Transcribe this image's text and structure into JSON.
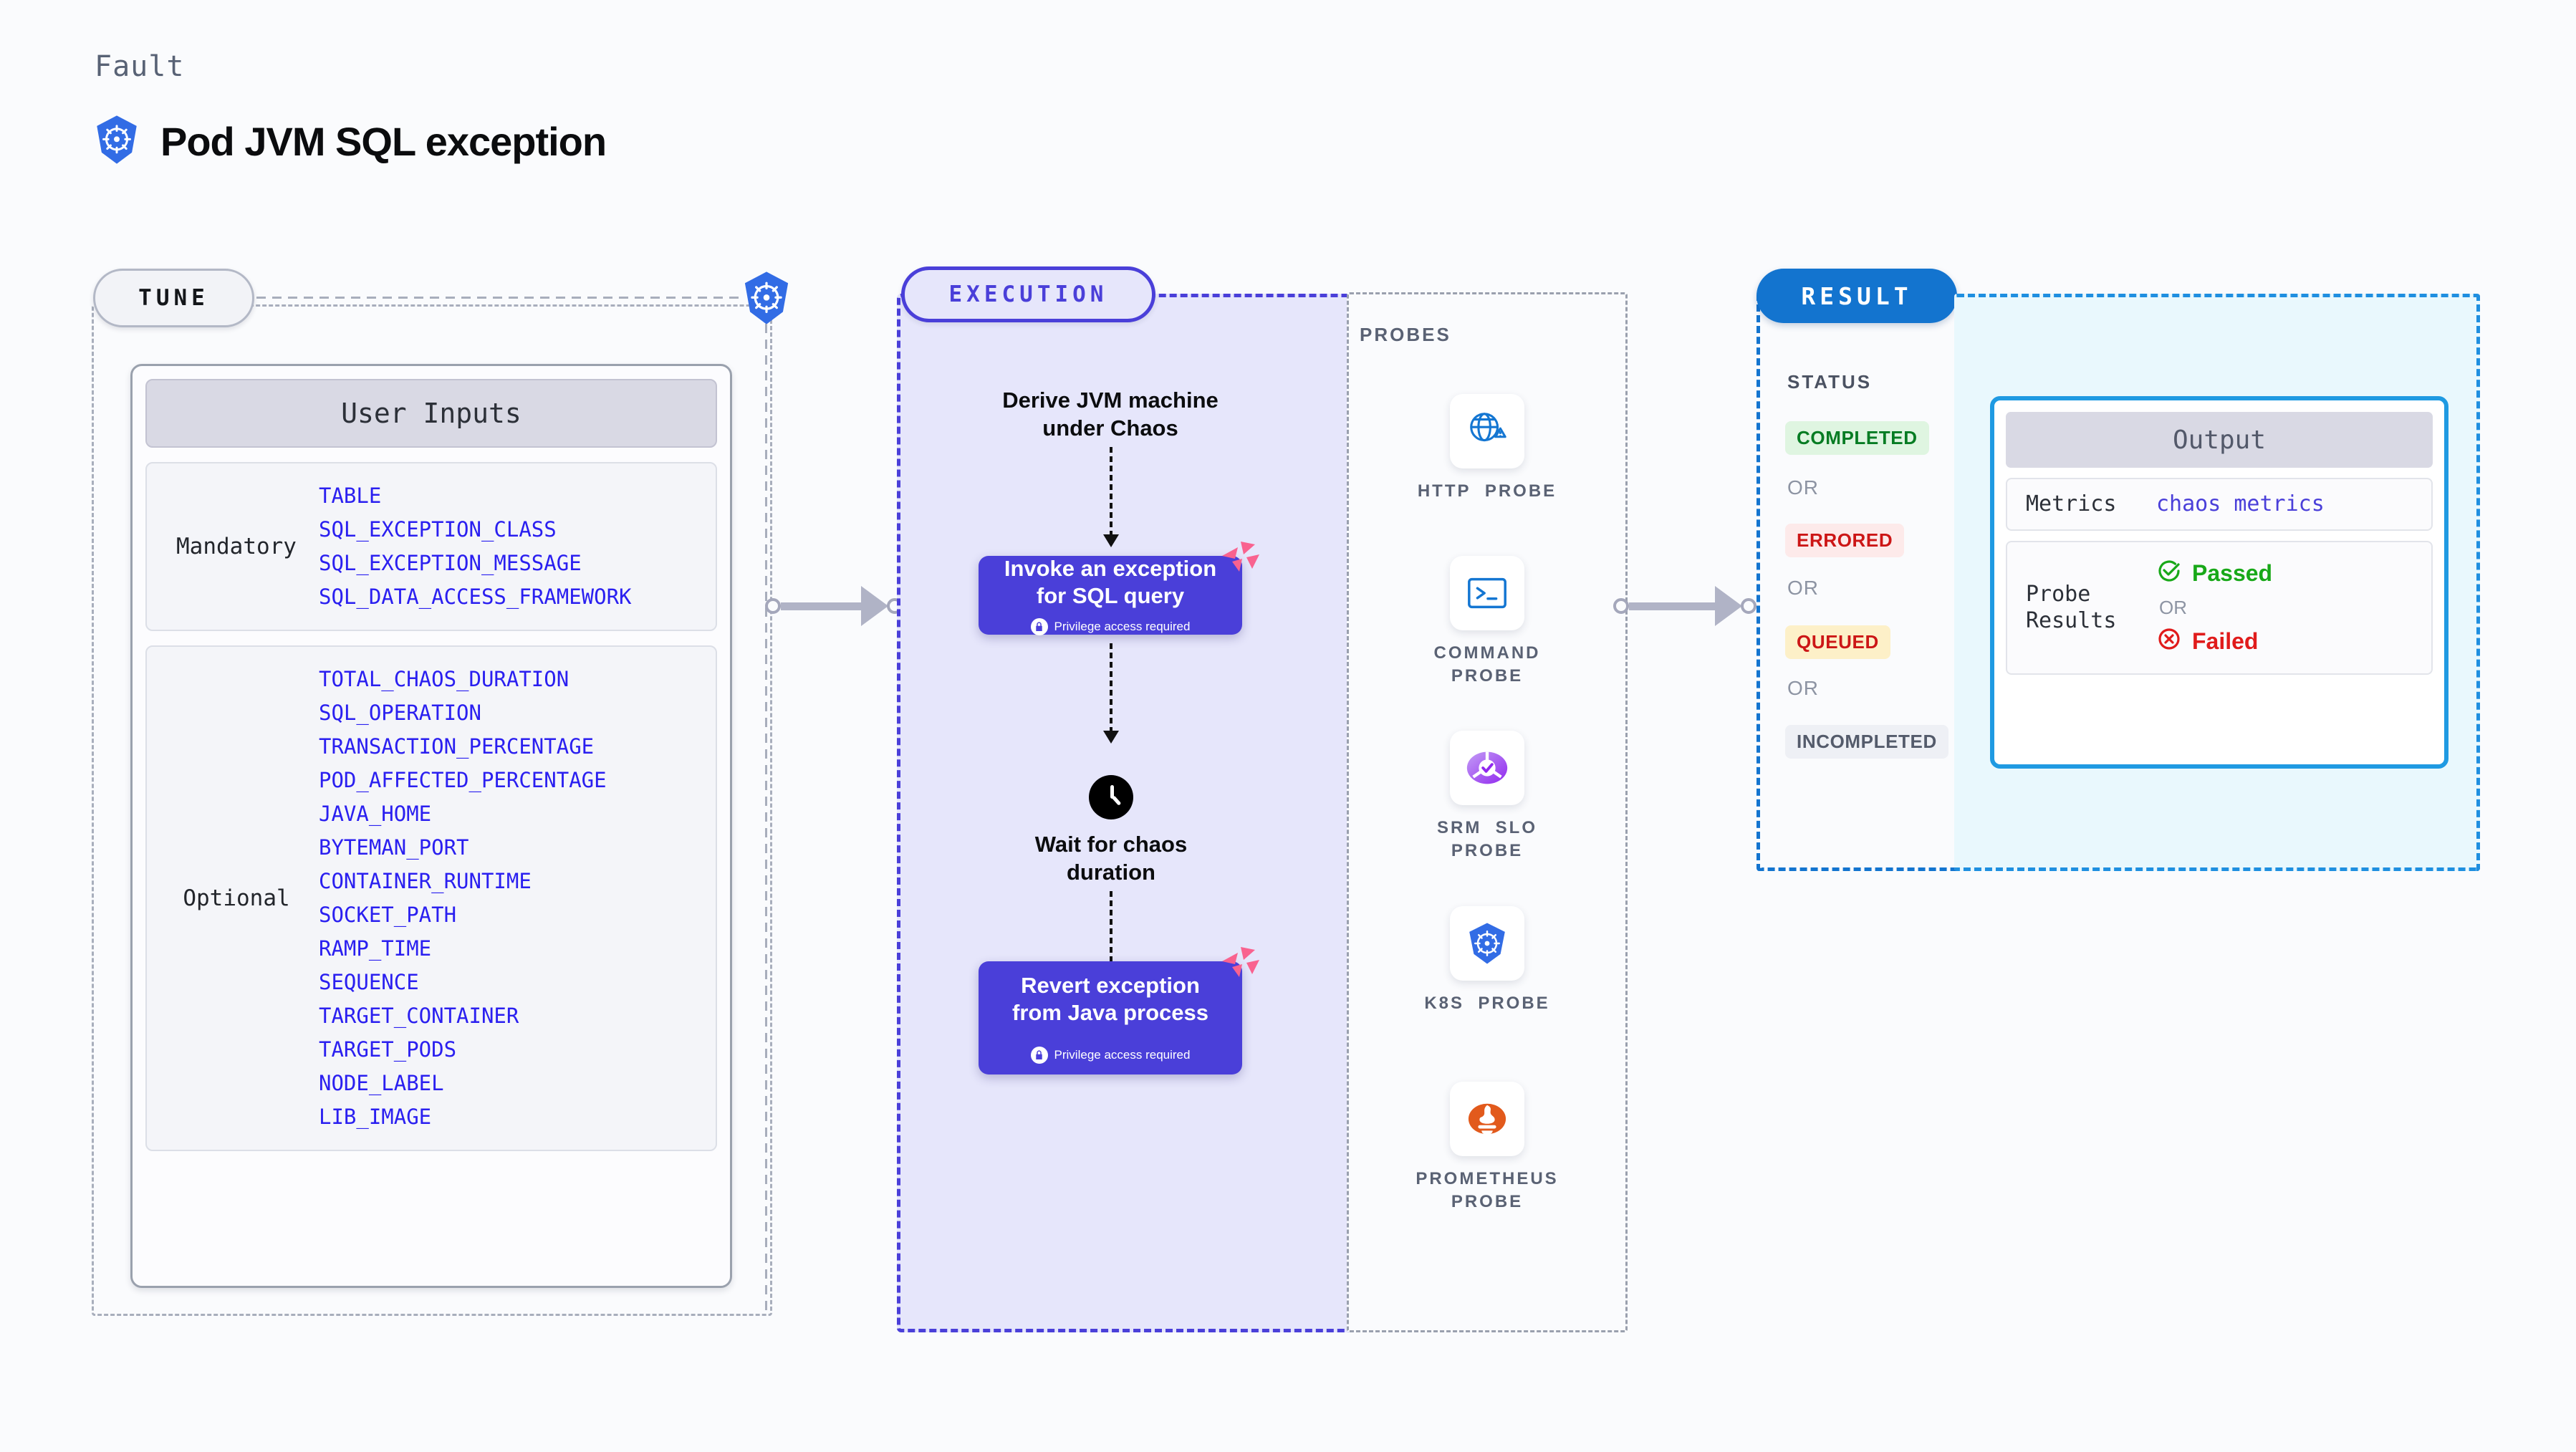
{
  "header": {
    "kicker": "Fault",
    "title": "Pod JVM SQL exception",
    "icon": "kubernetes-icon"
  },
  "tune": {
    "pill_label": "TUNE",
    "card_title": "User Inputs",
    "groups": [
      {
        "kind": "Mandatory",
        "params": [
          "TABLE",
          "SQL_EXCEPTION_CLASS",
          "SQL_EXCEPTION_MESSAGE",
          "SQL_DATA_ACCESS_FRAMEWORK"
        ]
      },
      {
        "kind": "Optional",
        "params": [
          "TOTAL_CHAOS_DURATION",
          "SQL_OPERATION",
          "TRANSACTION_PERCENTAGE",
          "POD_AFFECTED_PERCENTAGE",
          "JAVA_HOME",
          "BYTEMAN_PORT",
          "CONTAINER_RUNTIME",
          "SOCKET_PATH",
          "RAMP_TIME",
          "SEQUENCE",
          "TARGET_CONTAINER",
          "TARGET_PODS",
          "NODE_LABEL",
          "LIB_IMAGE"
        ]
      }
    ]
  },
  "execution": {
    "pill_label": "EXECUTION",
    "step1_text": "Derive JVM machine\nunder Chaos",
    "action1": {
      "title": "Invoke an exception\nfor SQL query",
      "note": "Privilege access required",
      "note_icon": "lock-icon",
      "corner_icon": "litmus-chaos-icon"
    },
    "wait_text": "Wait for chaos\nduration",
    "wait_icon": "clock-icon",
    "action2": {
      "title": "Revert exception\nfrom Java process",
      "note": "Privilege access required",
      "note_icon": "lock-icon",
      "corner_icon": "litmus-chaos-icon"
    }
  },
  "probes": {
    "label": "PROBES",
    "items": [
      {
        "label": "HTTP  PROBE",
        "icon": "globe-warning-icon"
      },
      {
        "label": "COMMAND\nPROBE",
        "icon": "terminal-icon"
      },
      {
        "label": "SRM  SLO\nPROBE",
        "icon": "slo-donut-check-icon"
      },
      {
        "label": "K8S  PROBE",
        "icon": "kubernetes-icon"
      },
      {
        "label": "PROMETHEUS\nPROBE",
        "icon": "prometheus-icon"
      }
    ]
  },
  "result": {
    "pill_label": "RESULT",
    "status_label": "STATUS",
    "or_label": "OR",
    "statuses": [
      {
        "label": "COMPLETED",
        "bg": "#dff5e1",
        "fg": "#067c23"
      },
      {
        "label": "ERRORED",
        "bg": "#fdeaea",
        "fg": "#cc1616"
      },
      {
        "label": "QUEUED",
        "bg": "#fdf0c8",
        "fg": "#cc1616"
      },
      {
        "label": "INCOMPLETED",
        "bg": "#eef0f5",
        "fg": "#545b6b"
      }
    ]
  },
  "output": {
    "title": "Output",
    "metrics_key": "Metrics",
    "metrics_value": "chaos metrics",
    "probe_results_key": "Probe\nResults",
    "passed_label": "Passed",
    "passed_icon": "check-circle-icon",
    "failed_label": "Failed",
    "failed_icon": "x-circle-icon",
    "or_label": "OR"
  },
  "colors": {
    "purple": "#4a3fd9",
    "kubernetes_blue": "#326ce5",
    "result_blue": "#1374cf",
    "output_blue": "#1f9ae2",
    "param_blue": "#2a1ff0",
    "pink": "#f9628f",
    "prometheus_orange": "#e25a1c",
    "green": "#18a818",
    "red": "#e01b1b"
  }
}
